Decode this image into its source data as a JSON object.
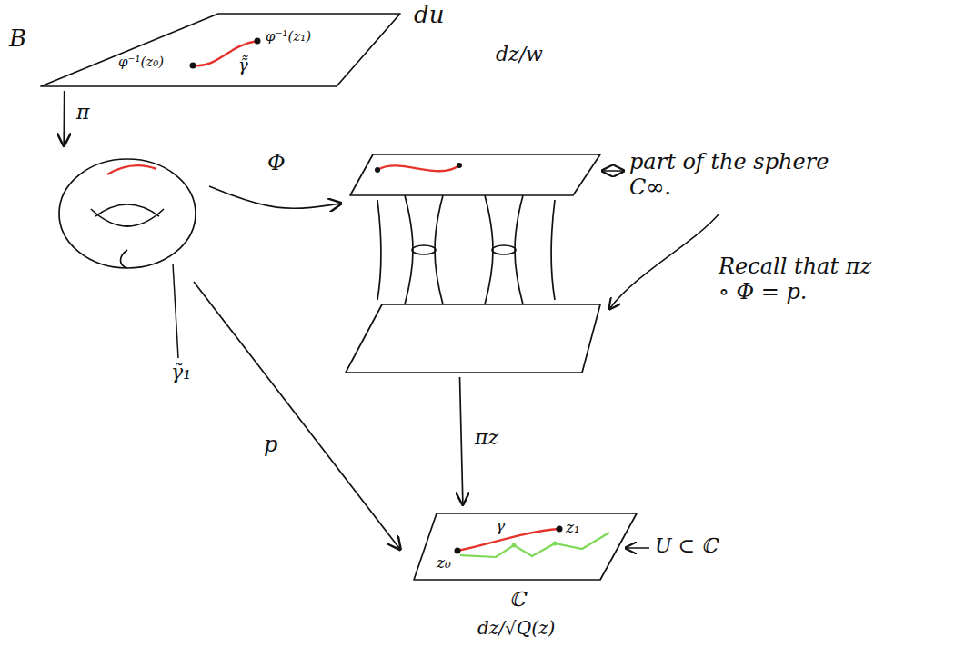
{
  "diagram": {
    "nodes": [
      {
        "text": [
          "B",
          "du",
          "φ⁻¹(z₀)",
          "φ⁻¹(z₁)",
          "γ̃̃"
        ]
      },
      {
        "text": [
          "γ̃₁"
        ]
      },
      {
        "text": [
          "dz/w"
        ]
      },
      {
        "text": [
          "z₀",
          "z₁",
          "γ",
          "ℂ",
          "dz/√Q(z)"
        ]
      }
    ],
    "edges": [
      {
        "from": 0,
        "to": 1,
        "arrow": "to",
        "label": "π"
      },
      {
        "from": 1,
        "to": 2,
        "arrow": "to",
        "label": "Φ"
      },
      {
        "from": 2,
        "to": 3,
        "arrow": "to",
        "label": "πz"
      },
      {
        "from": 1,
        "to": 3,
        "arrow": "to",
        "label": "p"
      }
    ],
    "labels": [
      "part of the sphere C∞.",
      "Recall that πz ∘ Φ = p.",
      "U ⊂ ℂ"
    ]
  }
}
